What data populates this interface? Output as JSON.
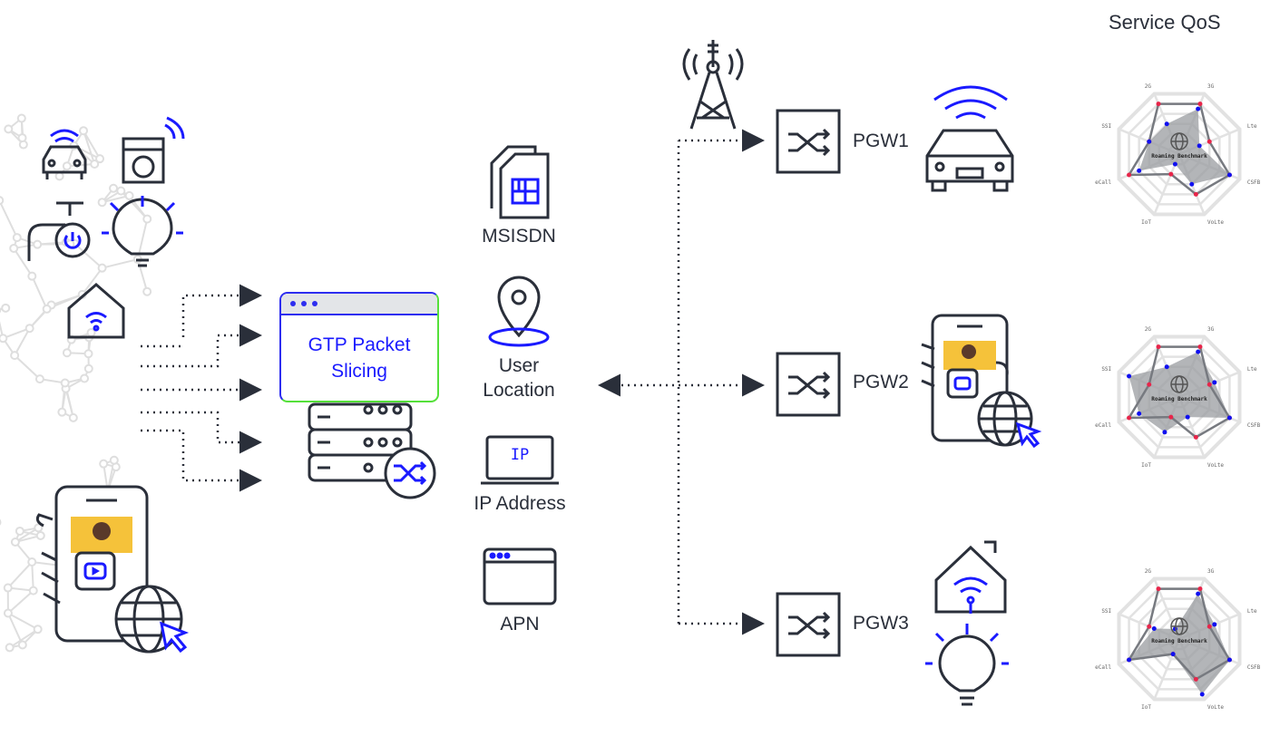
{
  "colors": {
    "ink": "#2a2f3a",
    "accent": "#1a1aff",
    "mesh": "#dedede",
    "benchmark": "#e8254a",
    "service": "#1010f0",
    "area": "#9a9ca0"
  },
  "gtp": {
    "title": "GTP Packet Slicing"
  },
  "attributes": [
    {
      "label": "MSISDN",
      "icon": "sim-card-icon"
    },
    {
      "label": "User Location",
      "icon": "location-pin-icon"
    },
    {
      "label": "IP Address",
      "icon": "laptop-ip-icon",
      "screen_text": "IP"
    },
    {
      "label": "APN",
      "icon": "browser-window-icon"
    }
  ],
  "gateways": [
    {
      "label": "PGW1",
      "device": "car-icon"
    },
    {
      "label": "PGW2",
      "device": "phone-video-icon"
    },
    {
      "label": "PGW3",
      "device": "smart-home-icon"
    }
  ],
  "qos": {
    "title": "Service QoS",
    "center_label": "Roaming Benchmark",
    "center_icon": "globe-icon"
  },
  "chart_data": [
    {
      "type": "radar",
      "axes": [
        "2G",
        "3G",
        "Lte",
        "CSFB",
        "VoLte",
        "IoT",
        "eCall",
        "SSI"
      ],
      "rmax": 5,
      "series": [
        {
          "values": [
            5,
            5,
            3,
            5,
            4,
            2,
            5,
            3
          ]
        },
        {
          "values": [
            3,
            4.5,
            2,
            5,
            3,
            1,
            4,
            3
          ]
        }
      ]
    },
    {
      "type": "radar",
      "axes": [
        "2G",
        "3G",
        "Lte",
        "CSFB",
        "VoLte",
        "IoT",
        "eCall",
        "SSI"
      ],
      "rmax": 5,
      "series": [
        {
          "values": [
            5,
            5,
            3,
            5,
            4,
            2,
            5,
            3
          ]
        },
        {
          "values": [
            3,
            4.5,
            3.5,
            5,
            2,
            3.5,
            4,
            5
          ]
        }
      ]
    },
    {
      "type": "radar",
      "axes": [
        "2G",
        "3G",
        "Lte",
        "CSFB",
        "VoLte",
        "IoT",
        "eCall",
        "SSI"
      ],
      "rmax": 5,
      "series": [
        {
          "values": [
            5,
            5,
            3,
            5,
            4,
            1.5,
            5,
            3
          ]
        },
        {
          "values": [
            1,
            4.5,
            3.5,
            5,
            5.5,
            1.5,
            5,
            2.5
          ]
        }
      ]
    }
  ]
}
